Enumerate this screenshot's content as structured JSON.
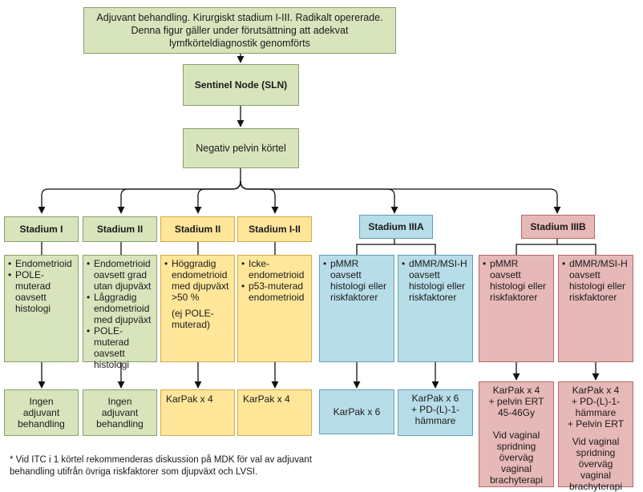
{
  "top_box": "Adjuvant behandling. Kirurgiskt stadium I-III. Radikalt opererade.\nDenna figur gäller under förutsättning att adekvat lymfkörteldiagnostik genomförts",
  "sln_box": "Sentinel Node (SLN)",
  "neg_box": "Negativ pelvin körtel",
  "colors": {
    "green": "#d8e4bc",
    "yellow": "#ffe699",
    "blue": "#b7dde8",
    "red": "#e6b8b7"
  },
  "columns": [
    {
      "id": "c1",
      "header": "Stadium I",
      "criteria": [
        "Endometrioid",
        "POLE-muterad oavsett histologi"
      ],
      "treatment": "Ingen adjuvant behandling"
    },
    {
      "id": "c2",
      "header": "Stadium II",
      "criteria": [
        "Endometrioid oavsett grad utan djupväxt",
        "Låggradig endometrioid med djupväxt",
        "POLE-muterad oavsett histologi"
      ],
      "treatment": "Ingen adjuvant behandling"
    },
    {
      "id": "c3",
      "header": "Stadium II",
      "criteria": [
        "Höggradig endometrioid med djupväxt >50 %"
      ],
      "criteria_note": "(ej POLE-muterad)",
      "treatment": "KarPak x 4"
    },
    {
      "id": "c4",
      "header": "Stadium I-II",
      "criteria": [
        "Icke-endometrioid",
        "p53-muterad endometrioid"
      ],
      "treatment": "KarPak x 4"
    }
  ],
  "stage_iiia": {
    "header": "Stadium IIIA",
    "groups": [
      {
        "criteria": "pMMR oavsett histologi eller riskfaktorer",
        "treatment": "KarPak x 6"
      },
      {
        "criteria": "dMMR/MSI-H oavsett histologi eller riskfaktorer",
        "treatment": "KarPak x 6\n+ PD-(L)-1-hämmare"
      }
    ]
  },
  "stage_iiib": {
    "header": "Stadium IIIB",
    "groups": [
      {
        "criteria": "pMMR oavsett histologi eller riskfaktorer",
        "treatment": "KarPak x 4\n+ pelvin ERT\n45-46Gy",
        "treatment_note": "Vid vaginal spridning överväg vaginal brachyterapi"
      },
      {
        "criteria": "dMMR/MSI-H oavsett histologi eller riskfaktorer",
        "treatment": "KarPak x 4\n+ PD-(L)-1-hämmare\n+ Pelvin ERT",
        "treatment_note": "Vid vaginal spridning överväg vaginal brachyterapi"
      }
    ]
  },
  "footnote": "* Vid ITC i 1 körtel rekommenderas diskussion på MDK för val av adjuvant behandling utifrån övriga riskfaktorer som djupväxt och LVSI."
}
